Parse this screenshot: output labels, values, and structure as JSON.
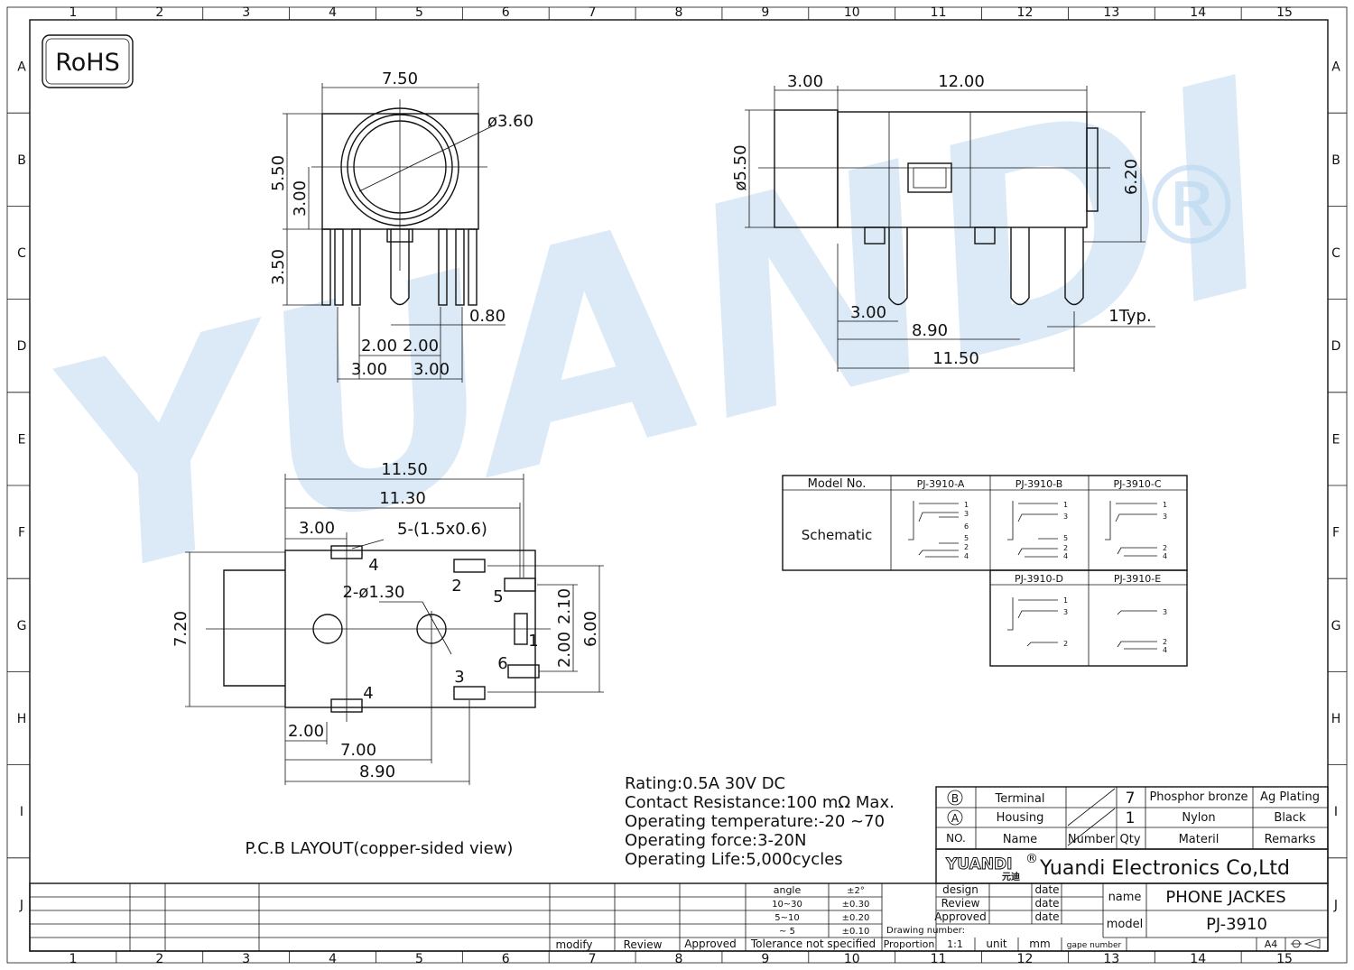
{
  "border": {
    "cols": [
      "1",
      "2",
      "3",
      "4",
      "5",
      "6",
      "7",
      "8",
      "9",
      "10",
      "11",
      "12",
      "13",
      "14",
      "15"
    ],
    "rows": [
      "A",
      "B",
      "C",
      "D",
      "E",
      "F",
      "G",
      "H",
      "I",
      "J"
    ]
  },
  "rohs": "RoHS",
  "watermark": {
    "text": "YUANDI",
    "mark": "®",
    "color": "#b9d7ef"
  },
  "front_view": {
    "dims": {
      "width": "7.50",
      "dia": "ø3.60",
      "h1": "5.50",
      "h2": "3.00",
      "pin_len": "3.50",
      "pin_w": "0.80",
      "p1": "2.00",
      "p2": "2.00",
      "p3": "3.00",
      "p4": "3.00"
    }
  },
  "side_view": {
    "dims": {
      "a": "3.00",
      "b": "12.00",
      "dia": "ø5.50",
      "h": "6.20",
      "c": "3.00",
      "d": "8.90",
      "e": "11.50",
      "typ": "1Typ."
    }
  },
  "pcb": {
    "dims": {
      "w1": "11.50",
      "w2": "11.30",
      "a": "3.00",
      "slots": "5-(1.5x0.6)",
      "holes": "2-ø1.30",
      "h": "7.20",
      "g1": "2.10",
      "g2": "2.00",
      "g3": "6.00",
      "b": "2.00",
      "c": "7.00",
      "d": "8.90"
    },
    "pins": [
      "4",
      "2",
      "5",
      "1",
      "6",
      "3",
      "4"
    ],
    "caption": "P.C.B  LAYOUT(copper-sided  view)"
  },
  "schematic_table": {
    "model_header": "Model No.",
    "row_label": "Schematic",
    "models_top": [
      "PJ-3910-A",
      "PJ-3910-B",
      "PJ-3910-C"
    ],
    "models_bottom": [
      "PJ-3910-D",
      "PJ-3910-E"
    ],
    "pins_A": [
      "1",
      "3",
      "6",
      "5",
      "2",
      "4"
    ],
    "pins_B": [
      "1",
      "3",
      "5",
      "2",
      "4"
    ],
    "pins_C": [
      "1",
      "3",
      "2",
      "4"
    ],
    "pins_D": [
      "1",
      "3",
      "2"
    ],
    "pins_E": [
      "3",
      "2",
      "4"
    ]
  },
  "specs": [
    "Rating:0.5A  30V  DC",
    "Contact Resistance:100  mΩ  Max.",
    "Operating  temperature:-20  ~70",
    "Operating  force:3-20N",
    "Operating  Life:5,000cycles"
  ],
  "bom": {
    "rows": [
      {
        "no": "B",
        "name": "Terminal",
        "qty": "7",
        "material": "Phosphor bronze",
        "remarks": "Ag Plating"
      },
      {
        "no": "A",
        "name": "Housing",
        "qty": "1",
        "material": "Nylon",
        "remarks": "Black"
      }
    ],
    "header": {
      "no": "NO.",
      "name": "Name",
      "number": "Number",
      "qty": "Qty",
      "material": "Materil",
      "remarks": "Remarks"
    }
  },
  "title_block": {
    "logo": "YUANDI",
    "logo_sub": "元迪",
    "registered": "®",
    "company": "Yuandi Electronics Co,Ltd",
    "design": "design",
    "review": "Review",
    "approved": "Approved",
    "date": "date",
    "name_label": "name",
    "name_value": "PHONE  JACKES",
    "model_label": "model",
    "model_value": "PJ-3910",
    "drawing_number": "Drawing number:",
    "proportion": "Proportion",
    "proportion_value": "1:1",
    "unit": "unit",
    "unit_value": "mm",
    "gape_number": "gape number",
    "size": "A4",
    "tolerance": {
      "angle": "angle",
      "angle_val": "±2°",
      "r1": "10~30",
      "r1_val": "±0.30",
      "r2": "5~10",
      "r2_val": "±0.20",
      "r3": "~ 5",
      "r3_val": "±0.10",
      "label": "Tolerance  not  specified"
    },
    "modify": "modify",
    "review_bottom": "Review",
    "approved_bottom": "Approved"
  }
}
